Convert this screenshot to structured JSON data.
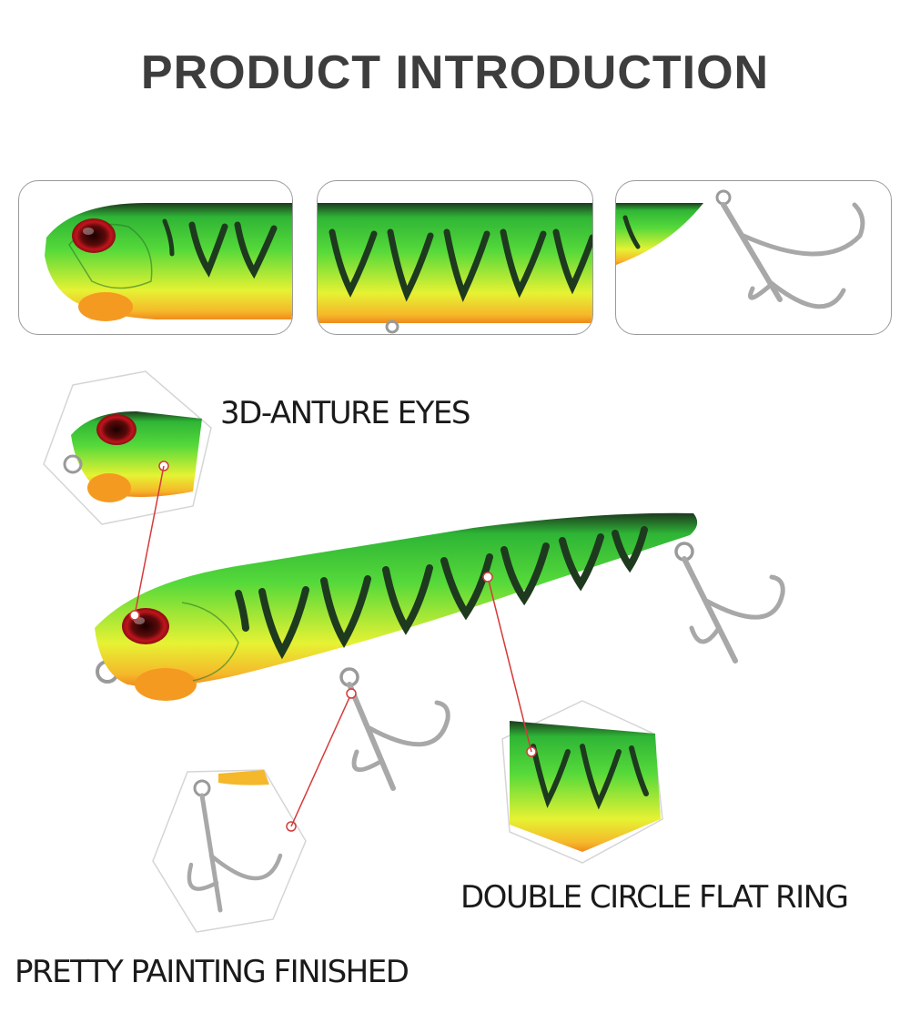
{
  "title": "PRODUCT INTRODUCTION",
  "features": {
    "eyes": "3D-ANTURE EYES",
    "ring": "DOUBLE CIRCLE FLAT RING",
    "painting": "PRETTY PAINTING FINISHED"
  },
  "colors": {
    "title_text": "#3d3d3d",
    "lure_green": "#3cd33c",
    "lure_yellow": "#e4f033",
    "lure_orange": "#f5a623",
    "stripe": "#1e3a1e",
    "eye_red": "#c0141c",
    "callout_line": "#d63a3a"
  }
}
